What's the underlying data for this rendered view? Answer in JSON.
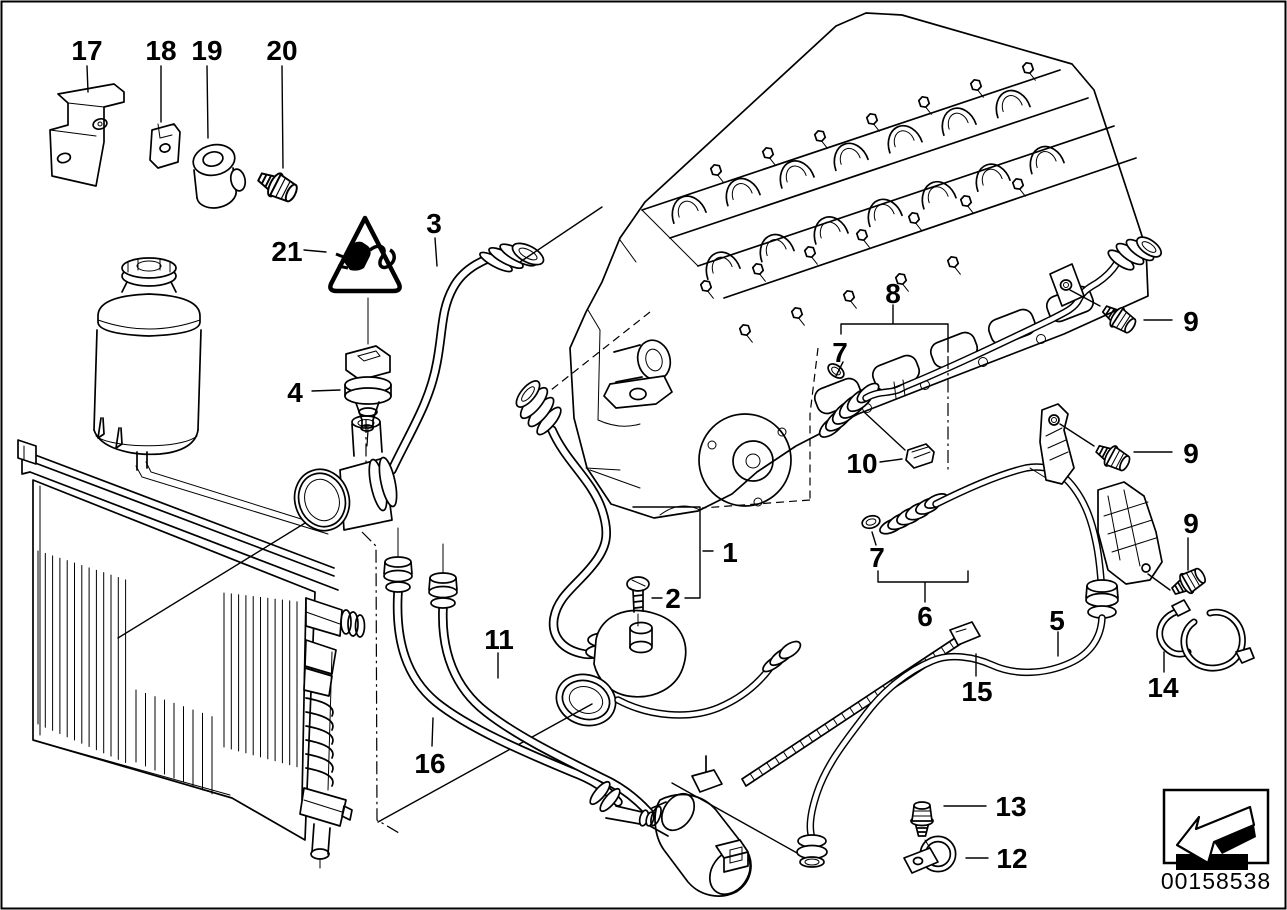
{
  "diagram": {
    "part_number": "00158538",
    "background_color": "#ffffff",
    "line_color": "#000000",
    "callouts": {
      "c1": "1",
      "c2": "2",
      "c3": "3",
      "c4": "4",
      "c5": "5",
      "c6": "6",
      "c7": "7",
      "c8": "8",
      "c9": "9",
      "c10": "10",
      "c11": "11",
      "c12": "12",
      "c13": "13",
      "c14": "14",
      "c15": "15",
      "c16": "16",
      "c17": "17",
      "c18": "18",
      "c19": "19",
      "c20": "20",
      "c21": "21"
    },
    "icons": {
      "warning_triangle": "connector-warning-triangle-icon",
      "nav_arrow": "page-back-arrow-icon"
    }
  }
}
